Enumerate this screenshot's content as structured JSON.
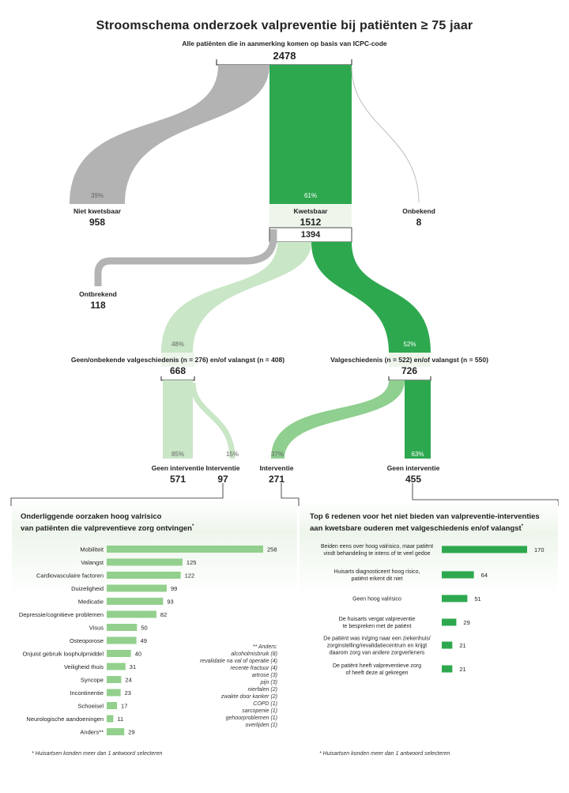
{
  "title": "Stroomschema onderzoek valpreventie bij patiënten ≥ 75 jaar",
  "root": {
    "label": "Alle patiënten die in aanmerking komen op basis van ICPC-code",
    "value": "2478"
  },
  "nodes": {
    "niet_kwetsbaar": {
      "label": "Niet kwetsbaar",
      "value": "958",
      "pct": "39%"
    },
    "kwetsbaar": {
      "label": "Kwetsbaar",
      "value": "1512",
      "pct": "61%"
    },
    "onbekend": {
      "label": "Onbekend",
      "value": "8"
    },
    "kwetsbaar_sub": {
      "value": "1394"
    },
    "ontbrekend": {
      "label": "Ontbrekend",
      "value": "118"
    },
    "geen_valgeschiedenis": {
      "label": "Geen/onbekende valgeschiedenis (n = 276) en/of valangst (n = 408)",
      "value": "668",
      "pct": "48%"
    },
    "valgeschiedenis": {
      "label": "Valgeschiedenis (n = 522) en/of valangst (n = 550)",
      "value": "726",
      "pct": "52%"
    },
    "geen_interventie_1": {
      "label": "Geen interventie",
      "value": "571",
      "pct": "85%"
    },
    "interventie_1": {
      "label": "Interventie",
      "value": "97",
      "pct": "15%"
    },
    "interventie_2": {
      "label": "Interventie",
      "value": "271",
      "pct": "37%"
    },
    "geen_interventie_2": {
      "label": "Geen interventie",
      "value": "455",
      "pct": "63%"
    }
  },
  "left_panel": {
    "title_line1": "Onderliggende oorzaken hoog valrisico",
    "title_line2": "van patiënten die valpreventieve zorg ontvingen",
    "title_mark": "*",
    "categories": [
      "Mobiliteit",
      "Valangst",
      "Cardiovasculaire factoren",
      "Duizeligheid",
      "Medicatie",
      "Depressie/cognitieve problemen",
      "Visus",
      "Osteoporose",
      "Onjuist gebruik loophulpmiddel",
      "Veiligheid thuis",
      "Syncope",
      "Incontinentie",
      "Schoeisel",
      "Neurologische aandoeningen",
      "Anders**"
    ],
    "values": [
      258,
      125,
      122,
      99,
      93,
      82,
      50,
      49,
      40,
      31,
      24,
      23,
      17,
      11,
      29
    ],
    "other_title": "** Anders:",
    "other_items": [
      "alcoholmisbruik (8)",
      "revalidatie na val of operatie (4)",
      "recente fractuur (4)",
      "artrose (3)",
      "pijn (3)",
      "nierfalen (2)",
      "zwakte door kanker (2)",
      "COPD (1)",
      "sarcopenie (1)",
      "gehoorproblemen (1)",
      "overlijden (1)"
    ],
    "footnote": "* Huisartsen konden meer dan 1 antwoord selecteren"
  },
  "right_panel": {
    "title_line1": "Top 6 redenen voor het niet bieden van valpreventie-interventies",
    "title_line2": "aan kwetsbare ouderen met valgeschiedenis en/of valangst",
    "title_mark": "*",
    "reasons": [
      [
        "Beiden eens over hoog valrisico, maar patiënt",
        "vindt behandeling te intens of te veel gedoe"
      ],
      [
        "Huisarts diagnosticeert hoog risico,",
        "patiënt erkent dit niet"
      ],
      [
        "Geen hoog valrisico"
      ],
      [
        "De huisarts vergat valpreventie",
        "te bespreken met de patiënt"
      ],
      [
        "De patiënt was in/ging naar een ziekenhuis/",
        "zorginstelling/revalidatiecentrum en krijgt",
        "daarom zorg van andere zorgverleners"
      ],
      [
        "De patiënt heeft valpreventieve zorg",
        "of heeft deze al gekregen"
      ]
    ],
    "values": [
      170,
      64,
      51,
      29,
      21,
      21
    ],
    "footnote": "* Huisartsen konden meer dan 1 antwoord selecteren"
  },
  "colors": {
    "dark_green": "#2ea84f",
    "light_green": "#c9e6c6",
    "mid_green": "#8fcf8f",
    "grey": "#b3b3b3",
    "bar_green": "#93d08d",
    "band": "#eef6ec"
  },
  "chart_data": [
    {
      "type": "bar",
      "title": "Onderliggende oorzaken hoog valrisico van patiënten die valpreventieve zorg ontvingen",
      "categories": [
        "Mobiliteit",
        "Valangst",
        "Cardiovasculaire factoren",
        "Duizeligheid",
        "Medicatie",
        "Depressie/cognitieve problemen",
        "Visus",
        "Osteoporose",
        "Onjuist gebruik loophulpmiddel",
        "Veiligheid thuis",
        "Syncope",
        "Incontinentie",
        "Schoeisel",
        "Neurologische aandoeningen",
        "Anders**"
      ],
      "values": [
        258,
        125,
        122,
        99,
        93,
        82,
        50,
        49,
        40,
        31,
        24,
        23,
        17,
        11,
        29
      ]
    },
    {
      "type": "bar",
      "title": "Top 6 redenen voor het niet bieden van valpreventie-interventies aan kwetsbare ouderen met valgeschiedenis en/of valangst",
      "categories": [
        "Beiden eens over hoog valrisico, maar patiënt vindt behandeling te intens of te veel gedoe",
        "Huisarts diagnosticeert hoog risico, patiënt erkent dit niet",
        "Geen hoog valrisico",
        "De huisarts vergat valpreventie te bespreken met de patiënt",
        "De patiënt was in/ging naar een ziekenhuis/zorginstelling/revalidatiecentrum en krijgt daarom zorg van andere zorgverleners",
        "De patiënt heeft valpreventieve zorg of heeft deze al gekregen"
      ],
      "values": [
        170,
        64,
        51,
        29,
        21,
        21
      ]
    }
  ]
}
